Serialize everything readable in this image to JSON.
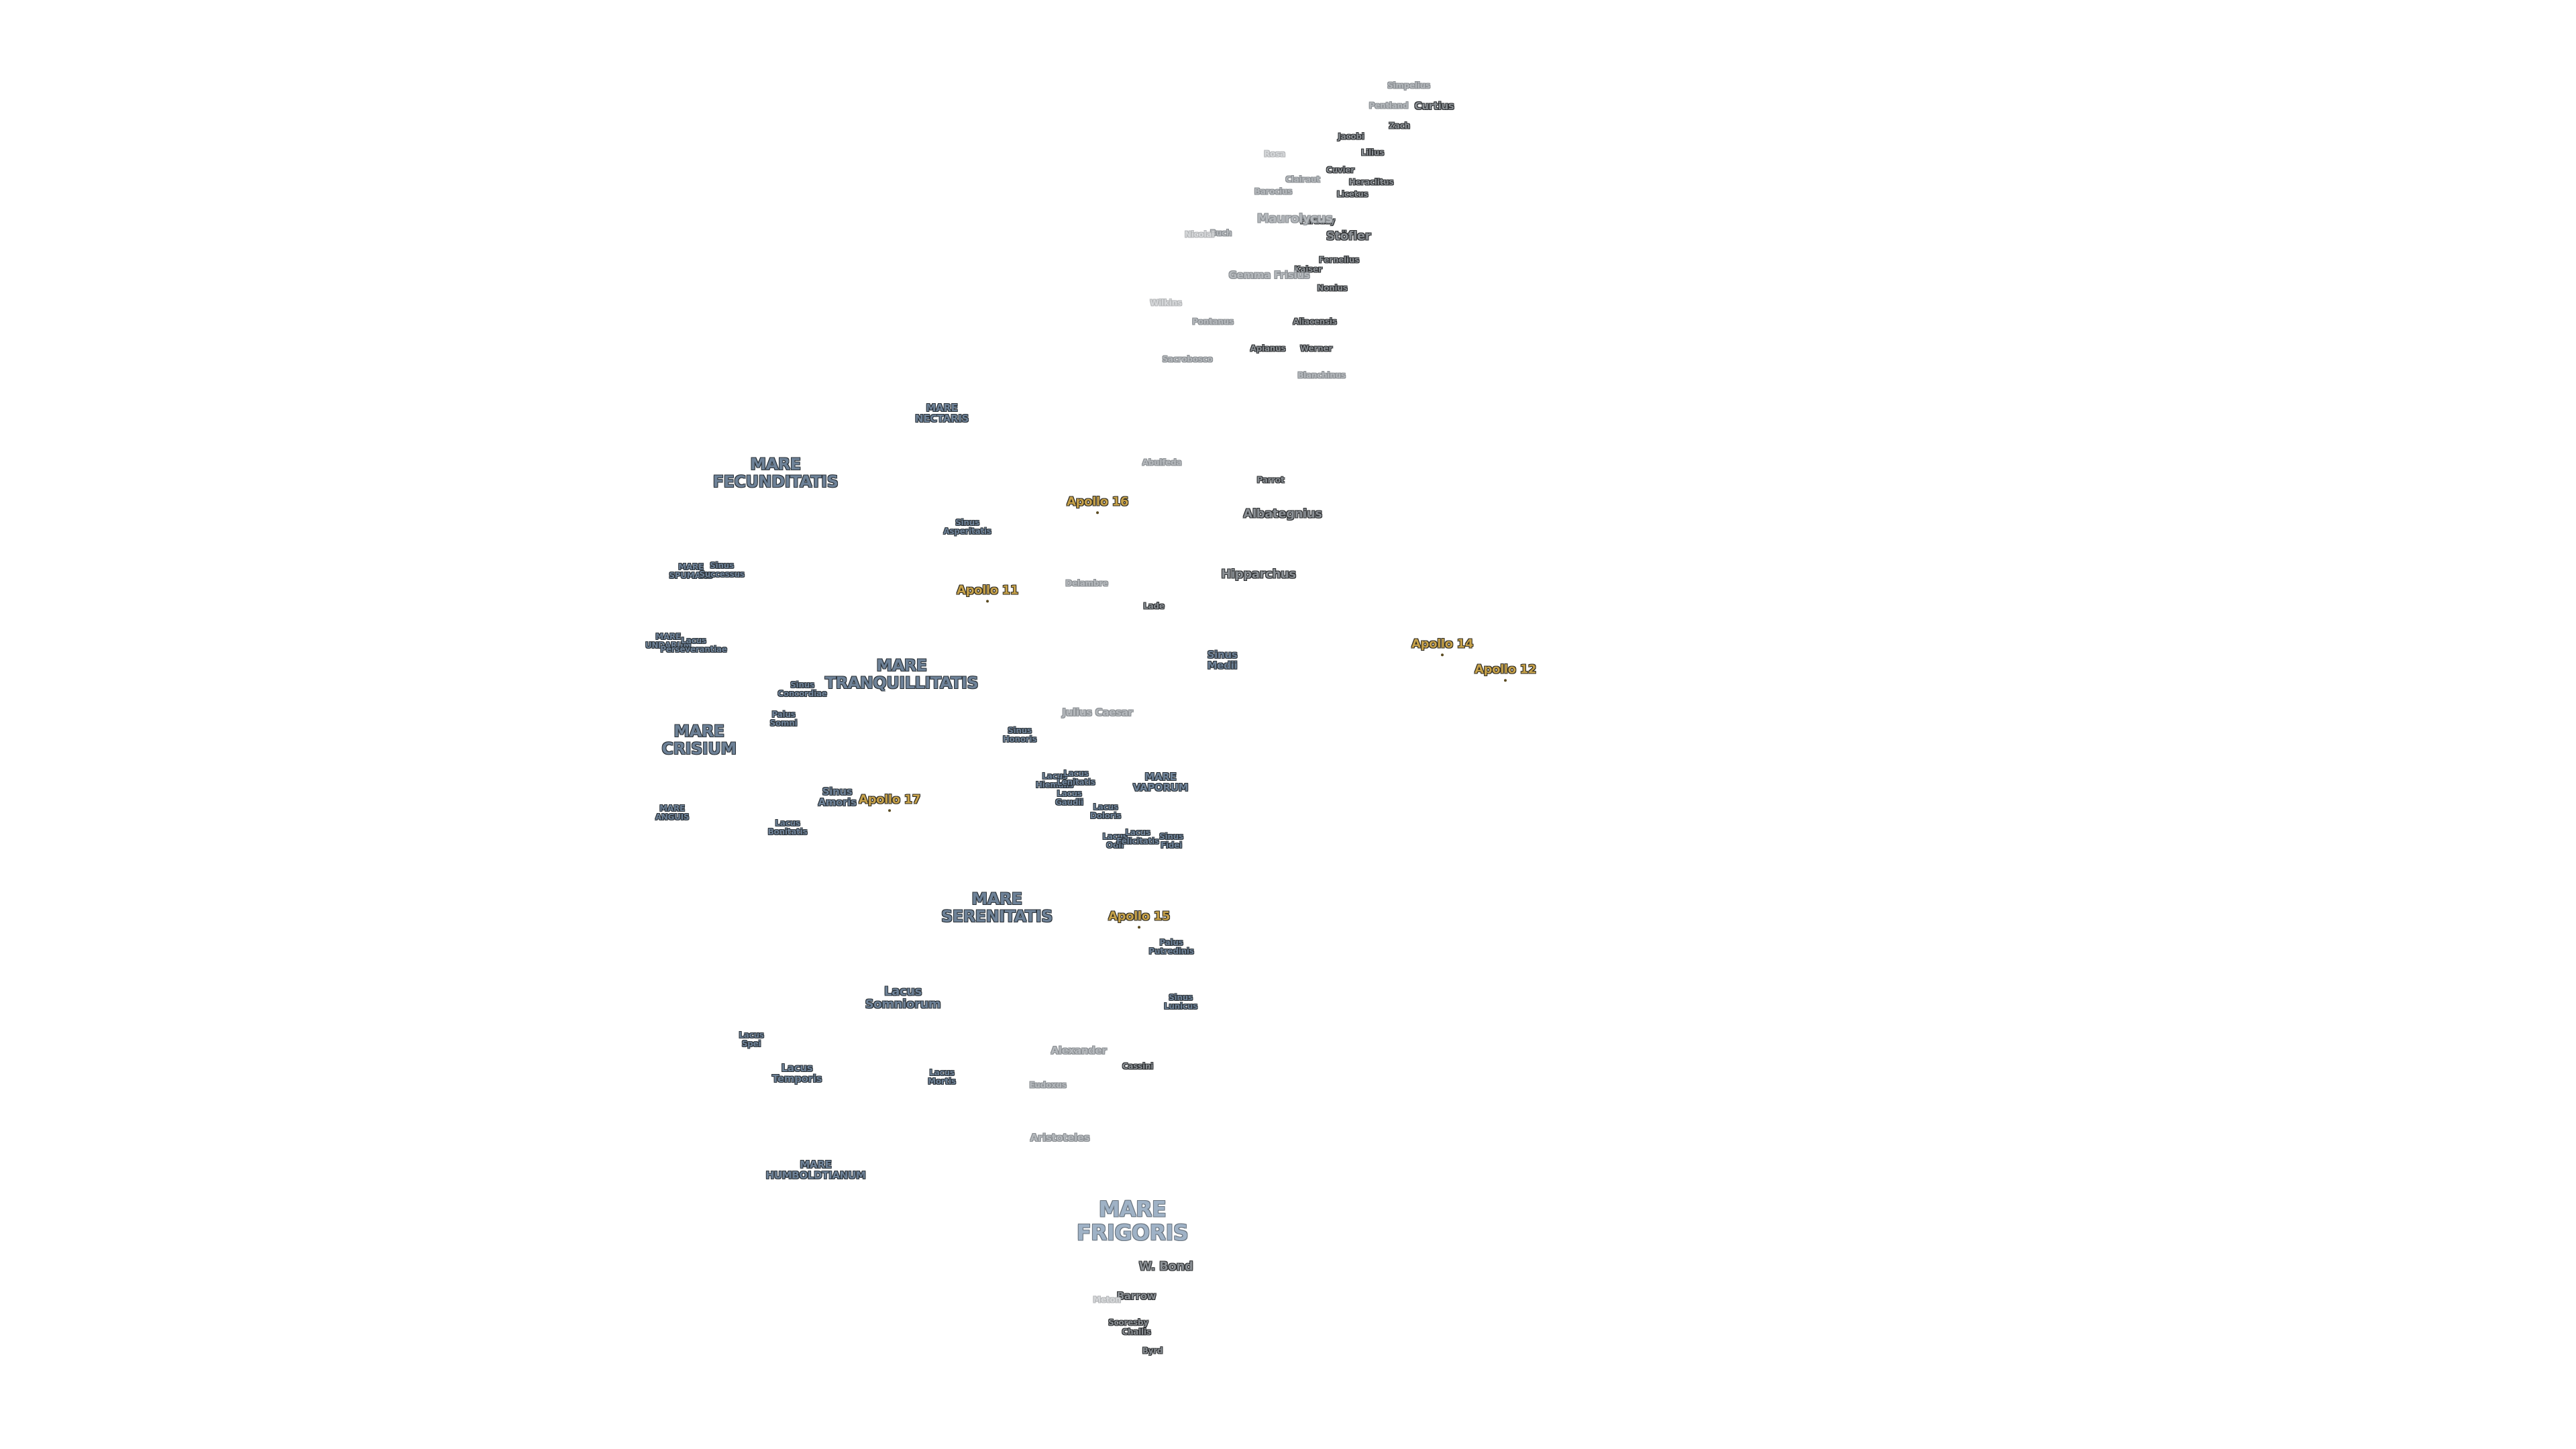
{
  "labels": [
    {
      "text": "MARE\nFRIGORIS",
      "cls": "mare pale",
      "size": "xl"
    },
    {
      "text": "MARE\nTRANQUILLITATIS",
      "cls": "mare",
      "size": "lg"
    },
    {
      "text": "MARE\nFECUNDITATIS",
      "cls": "mare",
      "size": "lg"
    },
    {
      "text": "MARE\nSERENITATIS",
      "cls": "mare",
      "size": "lg"
    },
    {
      "text": "MARE\nCRISIUM",
      "cls": "mare",
      "size": "lg"
    },
    {
      "text": "Lacus\nSomniorum",
      "cls": "mare",
      "size": "md"
    },
    {
      "text": "MARE\nNECTARIS",
      "cls": "mare",
      "size": "sm"
    },
    {
      "text": "MARE\nVAPORUM",
      "cls": "mare",
      "size": "sm"
    },
    {
      "text": "MARE\nHUMBOLDTIANUM",
      "cls": "mare",
      "size": "sm"
    },
    {
      "text": "Sinus\nMedii",
      "cls": "mare",
      "size": "sm"
    },
    {
      "text": "Sinus\nAmoris",
      "cls": "mare",
      "size": "sm"
    },
    {
      "text": "Lacus\nTemporis",
      "cls": "mare",
      "size": "sm"
    },
    {
      "text": "Sinus\nAsperitatis",
      "cls": "mare",
      "size": "xs"
    },
    {
      "text": "MARE\nSPUMANS",
      "cls": "mare",
      "size": "xs"
    },
    {
      "text": "Sinus\nSuccessus",
      "cls": "mare",
      "size": "xs"
    },
    {
      "text": "MARE\nUNDARUM",
      "cls": "mare",
      "size": "xs"
    },
    {
      "text": "Lacus\nPerseverantiae",
      "cls": "mare",
      "size": "xs"
    },
    {
      "text": "Sinus\nConcordiae",
      "cls": "mare",
      "size": "xs"
    },
    {
      "text": "Palus\nSomni",
      "cls": "mare",
      "size": "xs"
    },
    {
      "text": "MARE\nANGUIS",
      "cls": "mare",
      "size": "xs"
    },
    {
      "text": "Lacus\nBonitatis",
      "cls": "mare",
      "size": "xs"
    },
    {
      "text": "Sinus\nHonoris",
      "cls": "mare",
      "size": "xs"
    },
    {
      "text": "Lacus\nHiemalis",
      "cls": "mare",
      "size": "xs"
    },
    {
      "text": "Lacus\nLenitatis",
      "cls": "mare",
      "size": "xs"
    },
    {
      "text": "Lacus\nGaudii",
      "cls": "mare",
      "size": "xs"
    },
    {
      "text": "Lacus\nDoloris",
      "cls": "mare",
      "size": "xs"
    },
    {
      "text": "Lacus\nOdii",
      "cls": "mare",
      "size": "xs"
    },
    {
      "text": "Lacus\nFelicitatis",
      "cls": "mare",
      "size": "xs"
    },
    {
      "text": "Sinus\nFidei",
      "cls": "mare",
      "size": "xs"
    },
    {
      "text": "Palus\nPutredinis",
      "cls": "mare",
      "size": "xs"
    },
    {
      "text": "Sinus\nLunicus",
      "cls": "mare",
      "size": "xs"
    },
    {
      "text": "Lacus\nSpei",
      "cls": "mare",
      "size": "xs"
    },
    {
      "text": "Lacus\nMortis",
      "cls": "mare",
      "size": "xs"
    },
    {
      "text": "Apollo 11",
      "cls": "apollo",
      "size": "md"
    },
    {
      "text": "Apollo 12",
      "cls": "apollo",
      "size": "md"
    },
    {
      "text": "Apollo 14",
      "cls": "apollo",
      "size": "md"
    },
    {
      "text": "Apollo 15",
      "cls": "apollo",
      "size": "md"
    },
    {
      "text": "Apollo 16",
      "cls": "apollo",
      "size": "md"
    },
    {
      "text": "Apollo 17",
      "cls": "apollo",
      "size": "md"
    },
    {
      "text": "Hipparchus",
      "cls": "crater",
      "size": "md"
    },
    {
      "text": "Albategnius",
      "cls": "crater",
      "size": "md"
    },
    {
      "text": "W. Bond",
      "cls": "crater",
      "size": "md"
    },
    {
      "text": "Stöfler",
      "cls": "crater",
      "size": "md"
    },
    {
      "text": "Curtius",
      "cls": "crater",
      "size": "sm"
    },
    {
      "text": "Zach",
      "cls": "crater",
      "size": "xs"
    },
    {
      "text": "Jacobi",
      "cls": "crater",
      "size": "xs"
    },
    {
      "text": "Lilius",
      "cls": "crater",
      "size": "xs"
    },
    {
      "text": "Cuvier",
      "cls": "crater",
      "size": "xs"
    },
    {
      "text": "Heraclitus",
      "cls": "crater",
      "size": "xs"
    },
    {
      "text": "Licetus",
      "cls": "crater",
      "size": "xs"
    },
    {
      "text": "Faraday",
      "cls": "crater",
      "size": "xs"
    },
    {
      "text": "Fernelius",
      "cls": "crater",
      "size": "xs"
    },
    {
      "text": "Kaiser",
      "cls": "crater",
      "size": "xs"
    },
    {
      "text": "Nonius",
      "cls": "crater",
      "size": "xs"
    },
    {
      "text": "Aliacensis",
      "cls": "crater",
      "size": "xs"
    },
    {
      "text": "Werner",
      "cls": "crater",
      "size": "xs"
    },
    {
      "text": "Apianus",
      "cls": "crater",
      "size": "xs"
    },
    {
      "text": "Parrot",
      "cls": "crater",
      "size": "xs"
    },
    {
      "text": "Lade",
      "cls": "crater",
      "size": "xs"
    },
    {
      "text": "Cassini",
      "cls": "crater",
      "size": "xs"
    },
    {
      "text": "Barrow",
      "cls": "crater",
      "size": "sm"
    },
    {
      "text": "Scoresby",
      "cls": "crater",
      "size": "xs"
    },
    {
      "text": "Challis",
      "cls": "crater",
      "size": "xs"
    },
    {
      "text": "Byrd",
      "cls": "crater",
      "size": "xs"
    },
    {
      "text": "Clairaut",
      "cls": "crater faint",
      "size": "xs"
    },
    {
      "text": "Barocius",
      "cls": "crater faint",
      "size": "xs"
    },
    {
      "text": "Maurolycus",
      "cls": "crater faint",
      "size": "md"
    },
    {
      "text": "Buch",
      "cls": "crater faint",
      "size": "xs"
    },
    {
      "text": "Gemma Frisius",
      "cls": "crater faint",
      "size": "sm"
    },
    {
      "text": "Pontanus",
      "cls": "crater faint",
      "size": "xs"
    },
    {
      "text": "Sacrobosco",
      "cls": "crater faint",
      "size": "xs"
    },
    {
      "text": "Blanchinus",
      "cls": "crater faint",
      "size": "xs"
    },
    {
      "text": "Abulfeda",
      "cls": "crater faint",
      "size": "xs"
    },
    {
      "text": "Delambre",
      "cls": "crater faint",
      "size": "xs"
    },
    {
      "text": "Julius Caesar",
      "cls": "crater faint",
      "size": "sm"
    },
    {
      "text": "Alexander",
      "cls": "crater faint",
      "size": "sm"
    },
    {
      "text": "Eudoxus",
      "cls": "crater faint",
      "size": "xs"
    },
    {
      "text": "Aristoteles",
      "cls": "crater faint",
      "size": "sm"
    },
    {
      "text": "Pentland",
      "cls": "crater faint",
      "size": "xs"
    },
    {
      "text": "Simpelius",
      "cls": "crater faint",
      "size": "xs"
    },
    {
      "text": "Rosa",
      "cls": "crater ghost",
      "size": "xs"
    },
    {
      "text": "Wilkins",
      "cls": "crater ghost",
      "size": "xs"
    },
    {
      "text": "Nicolai",
      "cls": "crater ghost",
      "size": "xs"
    },
    {
      "text": "Meton",
      "cls": "crater ghost",
      "size": "xs"
    }
  ]
}
